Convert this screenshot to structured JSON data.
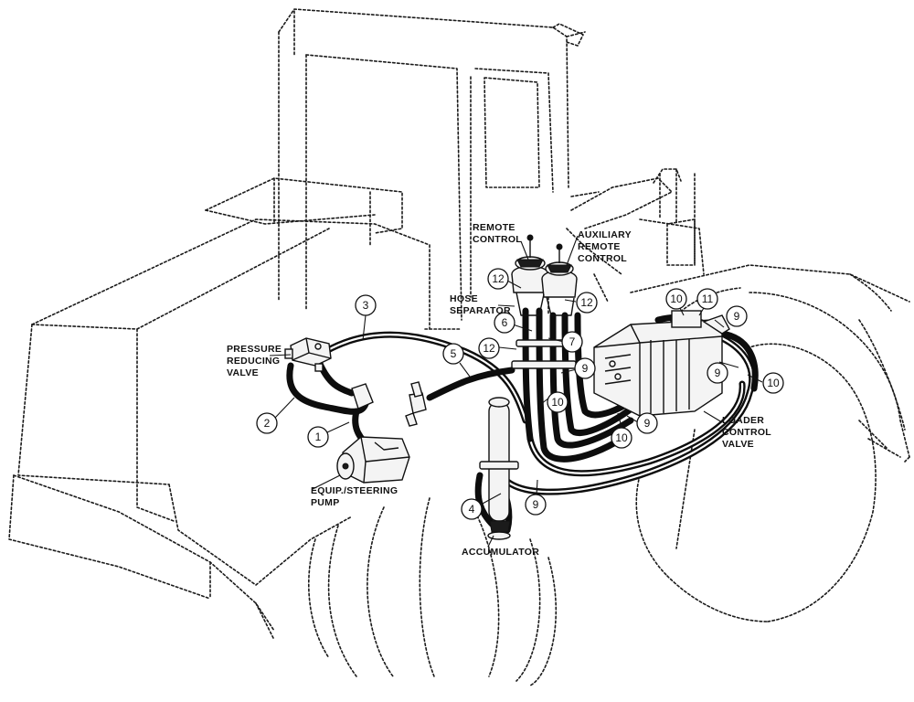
{
  "labels": {
    "remote_control": [
      "REMOTE",
      "CONTROL"
    ],
    "auxiliary_remote_control": [
      "AUXILIARY",
      "REMOTE",
      "CONTROL"
    ],
    "hose_separator": [
      "HOSE",
      "SEPARATOR"
    ],
    "pressure_reducing_valve": [
      "PRESSURE",
      "REDUCING",
      "VALVE"
    ],
    "loader_control_valve": [
      "LOADER",
      "CONTROL",
      "VALVE"
    ],
    "pump": [
      "EQUIP./STEERING",
      "PUMP"
    ],
    "accumulator": "ACCUMULATOR"
  },
  "callouts": [
    "1",
    "2",
    "3",
    "4",
    "5",
    "6",
    "7",
    "9",
    "9",
    "9",
    "9",
    "9",
    "10",
    "10",
    "10",
    "10",
    "11",
    "12",
    "12",
    "12"
  ]
}
